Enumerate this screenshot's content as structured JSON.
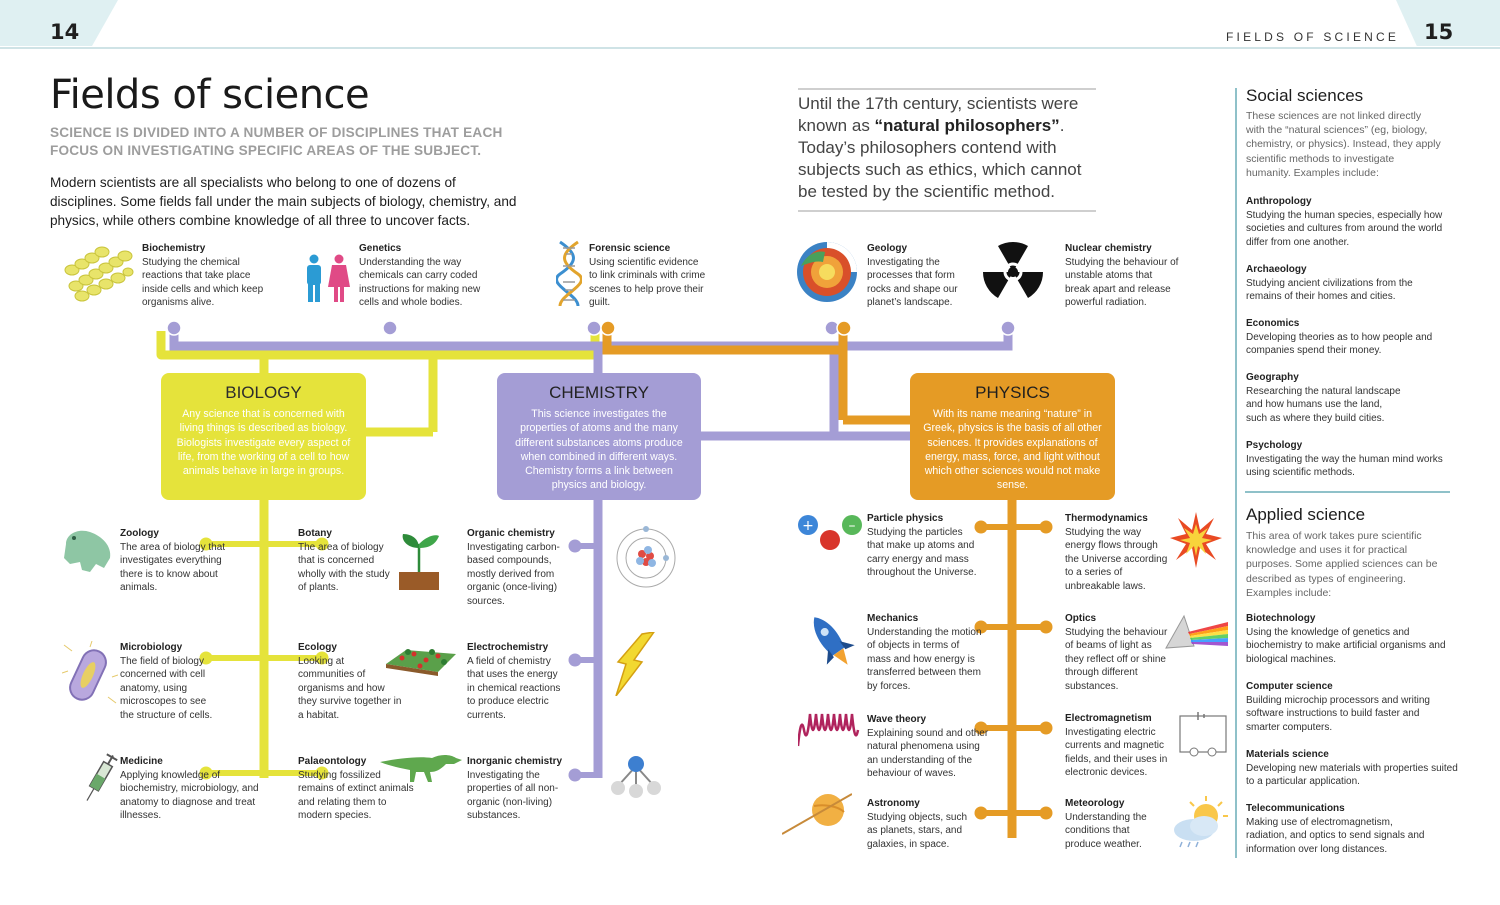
{
  "header": {
    "left_page_number": "14",
    "right_page_number": "15",
    "running_title": "FIELDS OF SCIENCE"
  },
  "main": {
    "title": "Fields of science",
    "subhead": "SCIENCE IS DIVIDED INTO A NUMBER OF DISCIPLINES THAT EACH FOCUS ON INVESTIGATING SPECIFIC AREAS OF THE SUBJECT.",
    "intro": "Modern scientists are all specialists who belong to one of dozens of disciplines. Some fields fall under the main subjects of biology, chemistry, and physics, while others combine knowledge of all three to uncover facts."
  },
  "quote": {
    "before": "Until the 17th century, scientists were known as ",
    "bold": "“natural philosophers”",
    "after": ". Today’s philosophers contend with subjects such as ethics, which cannot be tested by the scientific method."
  },
  "top_fields": [
    {
      "heading": "Biochemistry",
      "text": "Studying the chemical reactions that take place inside cells and which keep organisms alive.",
      "icon": "biochemistry-membrane-icon"
    },
    {
      "heading": "Genetics",
      "text": "Understanding the way chemicals can carry coded instructions for making new cells and whole bodies.",
      "icon": "male-female-icon"
    },
    {
      "heading": "Forensic science",
      "text": "Using scientific evidence to link criminals with crime scenes to help prove their guilt.",
      "icon": "dna-icon"
    },
    {
      "heading": "Geology",
      "text": "Investigating the processes that form rocks and shape our planet’s landscape.",
      "icon": "earth-layers-icon"
    },
    {
      "heading": "Nuclear chemistry",
      "text": "Studying the behaviour of unstable atoms that break apart and release powerful radiation.",
      "icon": "radiation-icon"
    }
  ],
  "boxes": {
    "biology": {
      "title": "BIOLOGY",
      "text": "Any science that is concerned with living things is described as biology. Biologists investigate every aspect of life, from the working of a cell to how animals behave in large in groups.",
      "color": "#e5e33b"
    },
    "chemistry": {
      "title": "CHEMISTRY",
      "text": "This science investigates the properties of atoms and the many different substances atoms produce when combined in different ways. Chemistry forms a link between physics and biology.",
      "color": "#a49dd5"
    },
    "physics": {
      "title": "PHYSICS",
      "text": "With its name meaning “nature” in Greek, physics is the basis of all other sciences. It provides explanations of energy, mass, force, and light without which other sciences would not make sense.",
      "color": "#e59b25"
    }
  },
  "biology_fields": [
    {
      "heading": "Zoology",
      "text": "The area of biology that investigates everything there is to know about animals.",
      "icon": "frog-icon"
    },
    {
      "heading": "Botany",
      "text": "The area of biology that is concerned wholly with the study of plants.",
      "icon": "seedling-icon"
    },
    {
      "heading": "Microbiology",
      "text": "The field of biology concerned with cell anatomy, using microscopes to see the structure of cells.",
      "icon": "bacterium-icon"
    },
    {
      "heading": "Ecology",
      "text": "Looking at communities of organisms and how they survive together in a habitat.",
      "icon": "habitat-icon"
    },
    {
      "heading": "Medicine",
      "text": "Applying knowledge of biochemistry, microbiology, and anatomy to diagnose and treat illnesses.",
      "icon": "syringe-icon"
    },
    {
      "heading": "Palaeontology",
      "text": "Studying fossilized remains of extinct animals and relating them to modern species.",
      "icon": "dinosaur-icon"
    }
  ],
  "chemistry_fields": [
    {
      "heading": "Organic chemistry",
      "text": "Investigating carbon-based compounds, mostly derived from organic (once-living) sources.",
      "icon": "atom-icon"
    },
    {
      "heading": "Electrochemistry",
      "text": "A field of chemistry that uses the energy in chemical reactions to produce electric currents.",
      "icon": "lightning-icon"
    },
    {
      "heading": "Inorganic chemistry",
      "text": "Investigating the properties of all non-organic (non-living) substances.",
      "icon": "molecule-icon"
    }
  ],
  "physics_fields": [
    {
      "heading": "Particle physics",
      "text": "Studying the particles that make up atoms and carry energy and mass throughout the Universe.",
      "icon": "particles-icon"
    },
    {
      "heading": "Thermodynamics",
      "text": "Studying the way energy flows through the Universe according to a series of unbreakable laws.",
      "icon": "explosion-icon"
    },
    {
      "heading": "Mechanics",
      "text": "Understanding the motion of objects in terms of mass and how energy is transferred between them by forces.",
      "icon": "rocket-icon"
    },
    {
      "heading": "Optics",
      "text": "Studying the behaviour of beams of light as they reflect off or shine through different substances.",
      "icon": "prism-icon"
    },
    {
      "heading": "Wave theory",
      "text": "Explaining sound and other natural phenomena using an understanding of the behaviour of waves.",
      "icon": "wave-icon"
    },
    {
      "heading": "Electromagnetism",
      "text": "Investigating electric currents and magnetic fields, and their uses in electronic devices.",
      "icon": "circuit-icon"
    },
    {
      "heading": "Astronomy",
      "text": "Studying objects, such as planets, stars, and galaxies, in space.",
      "icon": "planet-icon"
    },
    {
      "heading": "Meteorology",
      "text": "Understanding the conditions that produce weather.",
      "icon": "weather-icon"
    }
  ],
  "sidebar": {
    "social": {
      "title": "Social sciences",
      "intro": "These sciences are not linked directly with the “natural sciences” (eg, biology, chemistry, or physics). Instead, they apply scientific methods to investigate humanity. Examples include:",
      "entries": [
        {
          "heading": "Anthropology",
          "text": "Studying the human species, especially how societies and cultures from around the world differ from one another."
        },
        {
          "heading": "Archaeology",
          "text": "Studying ancient civilizations from the remains of their homes and cities."
        },
        {
          "heading": "Economics",
          "text": "Developing theories as to how people and companies spend their money."
        },
        {
          "heading": "Geography",
          "text": "Researching the natural landscape and how humans use the land, such as where they build cities."
        },
        {
          "heading": "Psychology",
          "text": "Investigating the way the human mind works using scientific methods."
        }
      ]
    },
    "applied": {
      "title": "Applied science",
      "intro": "This area of work takes pure scientific knowledge and uses it for practical purposes. Some applied sciences can be described as types of engineering. Examples include:",
      "entries": [
        {
          "heading": "Biotechnology",
          "text": "Using the knowledge of genetics and biochemistry to make artificial organisms and biological machines."
        },
        {
          "heading": "Computer science",
          "text": "Building microchip processors and writing software instructions to build faster and smarter computers."
        },
        {
          "heading": "Materials science",
          "text": "Developing new materials with properties suited to a particular application."
        },
        {
          "heading": "Telecommunications",
          "text": "Making use of electromagnetism, radiation, and optics to send signals and information over long distances."
        }
      ]
    }
  }
}
